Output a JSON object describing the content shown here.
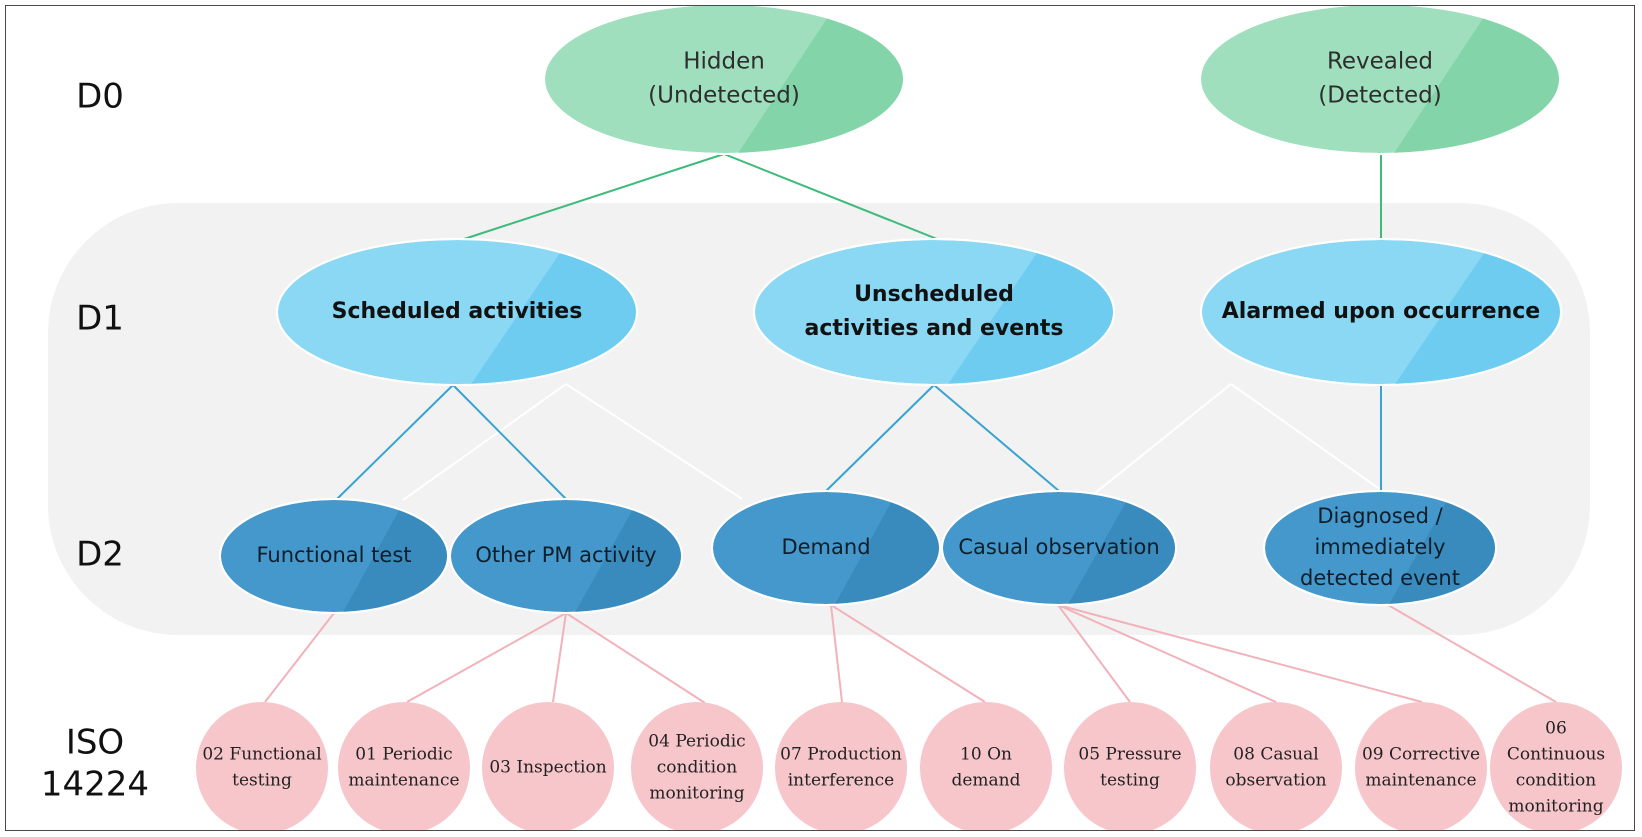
{
  "levels": {
    "d0": "D0",
    "d1": "D1",
    "d2": "D2",
    "iso_line1": "ISO",
    "iso_line2": "14224"
  },
  "colors": {
    "d0_fill": "#9fdfbd",
    "d0_shade": "#84d4a9",
    "d1_fill": "#8ad8f3",
    "d1_shade": "#6dccf0",
    "d2_fill": "#4498cc",
    "d2_shade": "#3a8bbd",
    "iso_fill": "#f7c6cb",
    "green_line": "#3dbb7a",
    "blue_line": "#38a3d0",
    "pink_line": "#f2b2ba",
    "band": "#f2f2f2"
  },
  "d0_nodes": [
    {
      "id": "hidden",
      "lines": [
        "Hidden",
        "(Undetected)"
      ]
    },
    {
      "id": "revealed",
      "lines": [
        "Revealed",
        "(Detected)"
      ]
    }
  ],
  "d1_nodes": [
    {
      "id": "scheduled",
      "lines": [
        "Scheduled activities"
      ]
    },
    {
      "id": "unscheduled",
      "lines": [
        "Unscheduled",
        "activities and events"
      ]
    },
    {
      "id": "alarmed",
      "lines": [
        "Alarmed upon occurrence"
      ]
    }
  ],
  "d2_nodes": [
    {
      "id": "functional-test",
      "lines": [
        "Functional test"
      ]
    },
    {
      "id": "other-pm",
      "lines": [
        "Other PM activity"
      ]
    },
    {
      "id": "demand",
      "lines": [
        "Demand"
      ]
    },
    {
      "id": "casual-observation",
      "lines": [
        "Casual observation"
      ]
    },
    {
      "id": "diagnosed",
      "lines": [
        "Diagnosed /",
        "immediately",
        "detected event"
      ]
    }
  ],
  "iso_nodes": [
    {
      "id": "iso-02",
      "lines": [
        "02 Functional",
        "testing"
      ]
    },
    {
      "id": "iso-01",
      "lines": [
        "01 Periodic",
        "maintenance"
      ]
    },
    {
      "id": "iso-03",
      "lines": [
        "03 Inspection"
      ]
    },
    {
      "id": "iso-04",
      "lines": [
        "04 Periodic",
        "condition",
        "monitoring"
      ]
    },
    {
      "id": "iso-07",
      "lines": [
        "07 Production",
        "interference"
      ]
    },
    {
      "id": "iso-10",
      "lines": [
        "10 On",
        "demand"
      ]
    },
    {
      "id": "iso-05",
      "lines": [
        "05 Pressure",
        "testing"
      ]
    },
    {
      "id": "iso-08",
      "lines": [
        "08 Casual",
        "observation"
      ]
    },
    {
      "id": "iso-09",
      "lines": [
        "09 Corrective",
        "maintenance"
      ]
    },
    {
      "id": "iso-06",
      "lines": [
        "06",
        "Continuous",
        "condition",
        "monitoring"
      ]
    }
  ]
}
